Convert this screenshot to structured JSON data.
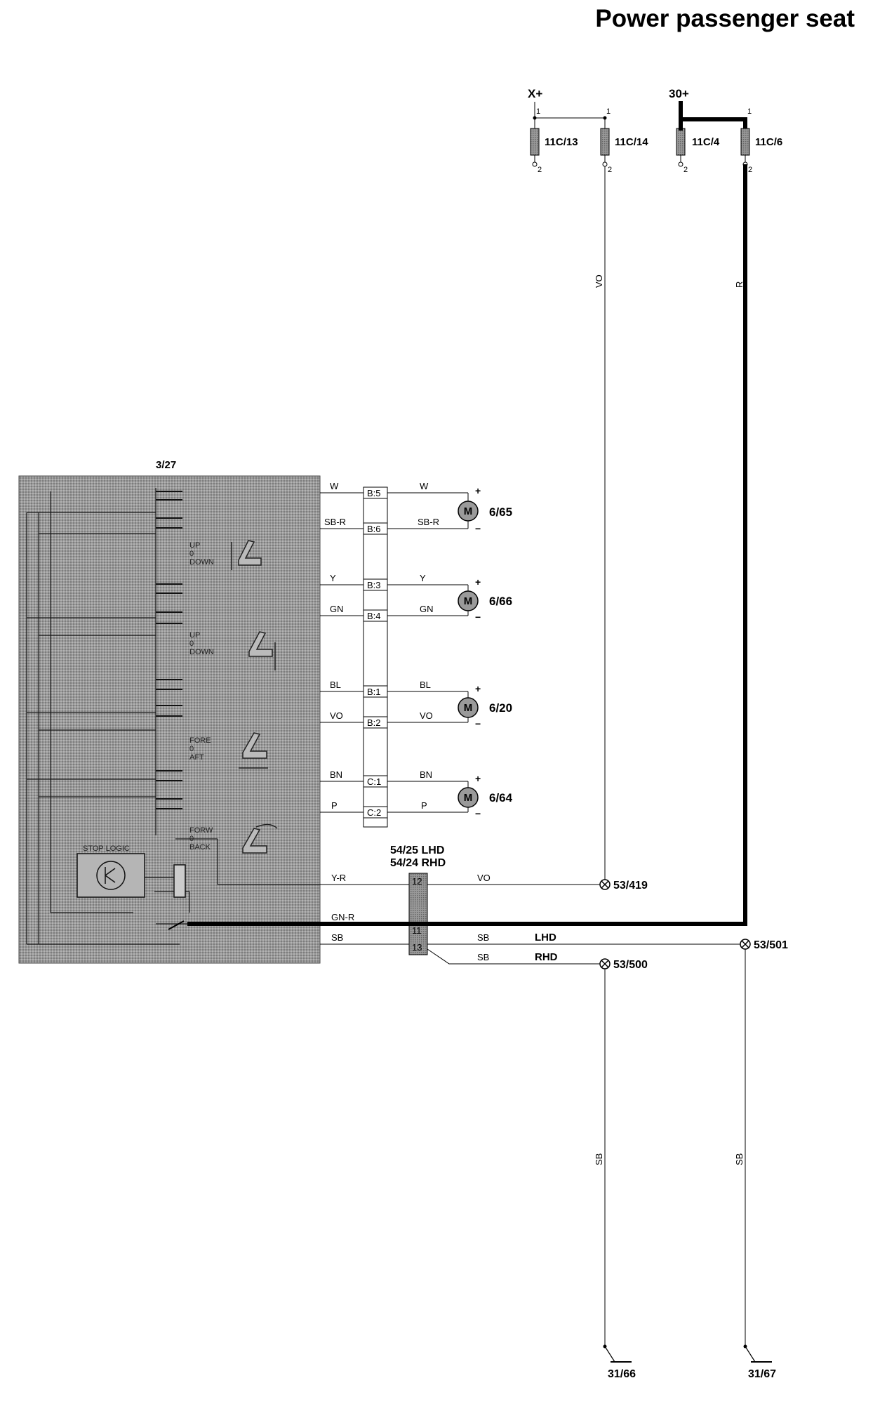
{
  "title": "Power passenger seat",
  "supply": {
    "x_plus": "X+",
    "thirty_plus": "30+",
    "fuses": [
      "11C/13",
      "11C/14",
      "11C/4",
      "11C/6"
    ],
    "pin1": "1",
    "pin2": "2",
    "wire_vo": "VO",
    "wire_r": "R"
  },
  "module": {
    "id": "3/27",
    "stop_logic": "STOP LOGIC",
    "switches": [
      {
        "a": "UP",
        "m": "0",
        "b": "DOWN"
      },
      {
        "a": "UP",
        "m": "0",
        "b": "DOWN"
      },
      {
        "a": "FORE",
        "m": "0",
        "b": "AFT"
      },
      {
        "a": "FORW",
        "m": "0",
        "b": "BACK"
      }
    ]
  },
  "motors": [
    {
      "id": "6/65",
      "wires": [
        {
          "color": "W",
          "pin": "B:5"
        },
        {
          "color": "SB-R",
          "pin": "B:6"
        }
      ]
    },
    {
      "id": "6/66",
      "wires": [
        {
          "color": "Y",
          "pin": "B:3"
        },
        {
          "color": "GN",
          "pin": "B:4"
        }
      ]
    },
    {
      "id": "6/20",
      "wires": [
        {
          "color": "BL",
          "pin": "B:1"
        },
        {
          "color": "VO",
          "pin": "B:2"
        }
      ]
    },
    {
      "id": "6/64",
      "wires": [
        {
          "color": "BN",
          "pin": "C:1"
        },
        {
          "color": "P",
          "pin": "C:2"
        }
      ]
    }
  ],
  "motor_symbol": "M",
  "plus_sign": "+",
  "minus_sign": "−",
  "connector": {
    "line1": "54/25 LHD",
    "line2": "54/24 RHD",
    "pins": [
      "12",
      "11",
      "13"
    ]
  },
  "lower_wires": {
    "y_r": "Y-R",
    "vo": "VO",
    "gn_r": "GN-R",
    "sb": "SB",
    "sb_lhd": "SB",
    "lhd": "LHD",
    "sb_rhd": "SB",
    "rhd": "RHD"
  },
  "splices": [
    "53/419",
    "53/501",
    "53/500"
  ],
  "ground_wires": [
    "SB",
    "SB"
  ],
  "grounds": [
    "31/66",
    "31/67"
  ]
}
